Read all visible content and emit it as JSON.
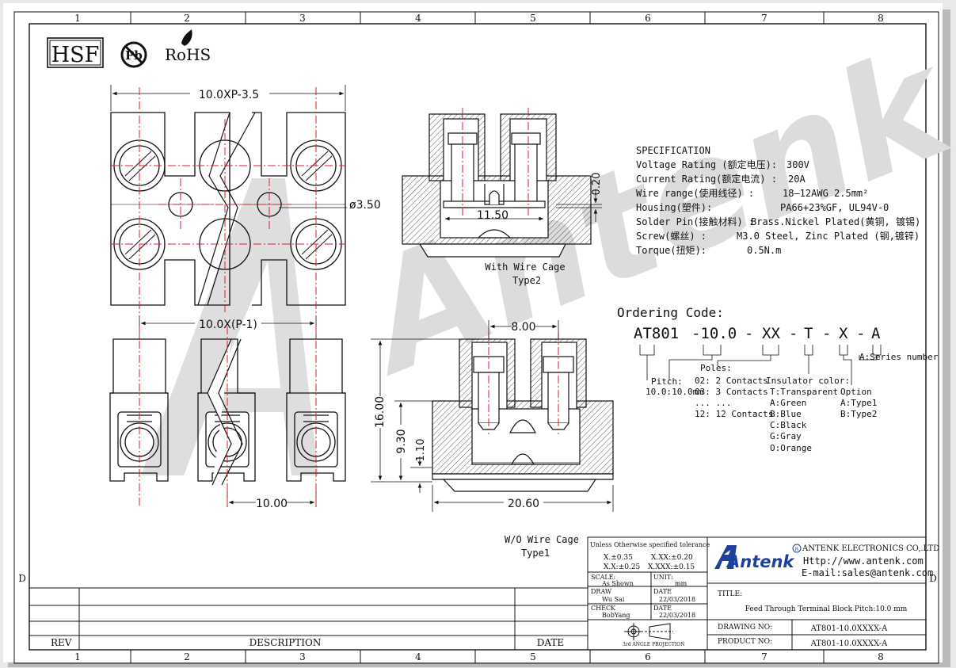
{
  "frame": {
    "col_numbers": [
      "1",
      "2",
      "3",
      "4",
      "5",
      "6",
      "7",
      "8"
    ],
    "row_letter": "D"
  },
  "badges": {
    "hsf": "HSF",
    "pb": "Pb",
    "rohs": "RoHS"
  },
  "watermark": "Antenk",
  "top_view": {
    "overall_width": "10.0XP-3.5",
    "hole_dia": "ø3.50"
  },
  "front_view": {
    "pitch_span": "10.0X(P-1)",
    "pitch": "10.00",
    "caption_line1": "W/O Wire Cage",
    "caption_line2": "Type1"
  },
  "cage_view": {
    "inner_width": "11.50",
    "plate_thk": "0.20",
    "caption_line1": "With Wire Cage",
    "caption_line2": "Type2"
  },
  "side_view": {
    "screw_pitch": "8.00",
    "height": "16.00",
    "body_height": "9.30",
    "pin_height": "1.10",
    "depth": "20.60"
  },
  "specification": {
    "title": "SPECIFICATION",
    "rows": [
      {
        "label": "Voltage Rating (额定电压):",
        "value": "300V"
      },
      {
        "label": "Current Rating(额定电流) :",
        "value": "20A"
      },
      {
        "label": "Wire range(使用线径) :",
        "value": "18—12AWG 2.5mm²"
      },
      {
        "label": "Housing(塑件):",
        "value": "PA66+23%GF, UL94V-0"
      },
      {
        "label": "Solder Pin(接触材料) :",
        "value": "Brass.Nickel Plated(黄铜, 镀锡)"
      },
      {
        "label": "Screw(螺丝) :",
        "value": "M3.0 Steel, Zinc Plated (钢,镀锌)"
      },
      {
        "label": "Torque(扭矩):",
        "value": "0.5N.m"
      }
    ]
  },
  "ordering": {
    "title": "Ordering Code:",
    "code": {
      "part": "AT801",
      "pitch": "-10.0",
      "d1": "-",
      "poles": "XX",
      "d2": "-",
      "color": "T",
      "d3": "-",
      "option": "X",
      "d4": "-",
      "series": "A"
    },
    "pitch_label": "Pitch:",
    "pitch_value": "10.0:10.0mm",
    "poles_title": "Poles:",
    "poles": [
      "02: 2 Contacts",
      "03: 3 Contacts",
      "... ...",
      "12: 12 Contacts"
    ],
    "color_title": "Insulator color:",
    "colors": [
      "T:Transparent",
      "A:Green",
      "B:Blue",
      "C:Black",
      "G:Gray",
      "O:Orange"
    ],
    "option_title": "Option",
    "options": [
      "A:Type1",
      "B:Type2"
    ],
    "series_note": "A:Series number"
  },
  "title_block": {
    "tol_title": "Unless Otherwise specified tolerance",
    "tol_1": "X.±0.35",
    "tol_2": "X.XX:±0.20",
    "tol_3": "X.X:±0.25",
    "tol_4": "X.XXX:±0.15",
    "scale_label": "SCALE:",
    "scale_value": "As Shown",
    "unit_label": "UNIT:",
    "unit_value": "mm",
    "draw_label": "DRAW",
    "draw_value": "Wu Sai",
    "date_label": "DATE",
    "draw_date": "22/03/2018",
    "check_label": "CHECK",
    "check_value": "BobYang",
    "check_date": "22/03/2018",
    "projection": "3rd ANGLE PROJECTION",
    "company": "ANTENK ELECTRONICS CO,.LTD",
    "website": "Http://www.antenk.com",
    "email": "E-mail:sales@antenk.com",
    "logo": "Antenk",
    "registered": "R",
    "title_label": "TITLE:",
    "title_value": "Feed Through Terminal Block Pitch:10.0 mm",
    "drawing_no_label": "DRAWING NO:",
    "drawing_no": "AT801-10.0XXXX-A",
    "product_no_label": "PRODUCT NO:",
    "product_no": "AT801-10.0XXXX-A",
    "rev_label": "REV",
    "desc_label": "DESCRIPTION",
    "date_col_label": "DATE"
  },
  "colors": {
    "line": "#111111",
    "center": "#e0192b",
    "watermark": "#d2d2d2",
    "logo_blue": "#1d3f9e"
  }
}
